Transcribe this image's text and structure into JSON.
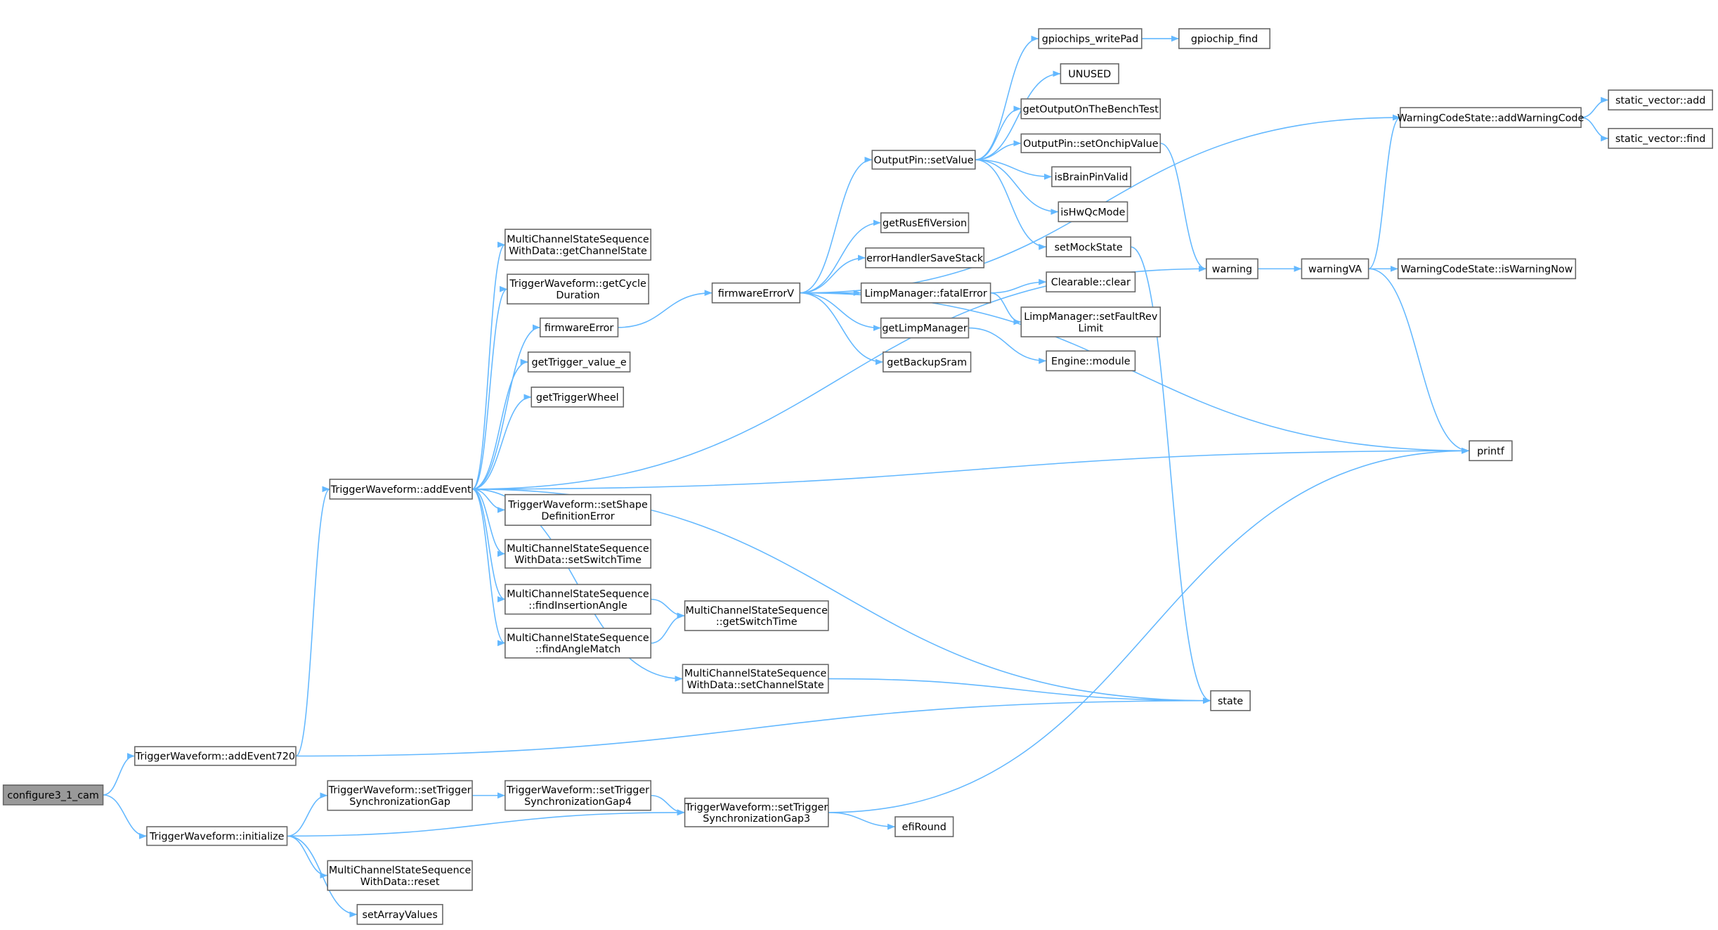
{
  "title": "configure3_1_cam call graph",
  "colors": {
    "edge": "#63b8ff",
    "node_border": "#666666",
    "root_fill": "#999999"
  },
  "nodes": {
    "root": [
      "configure3_1_cam"
    ],
    "addEvent720": [
      "TriggerWaveform::addEvent720"
    ],
    "initialize": [
      "TriggerWaveform::initialize"
    ],
    "addEvent": [
      "TriggerWaveform::addEvent"
    ],
    "getChannelState": [
      "MultiChannelStateSequence",
      "WithData::getChannelState"
    ],
    "getCycleDuration": [
      "TriggerWaveform::getCycle",
      "Duration"
    ],
    "firmwareError": [
      "firmwareError"
    ],
    "getTrigger_value_e": [
      "getTrigger_value_e"
    ],
    "getTriggerWheel": [
      "getTriggerWheel"
    ],
    "setShapeDefinitionError": [
      "TriggerWaveform::setShape",
      "DefinitionError"
    ],
    "setSwitchTime": [
      "MultiChannelStateSequence",
      "WithData::setSwitchTime"
    ],
    "findInsertionAngle": [
      "MultiChannelStateSequence",
      "::findInsertionAngle"
    ],
    "findAngleMatch": [
      "MultiChannelStateSequence",
      "::findAngleMatch"
    ],
    "getSwitchTime": [
      "MultiChannelStateSequence",
      "::getSwitchTime"
    ],
    "setChannelState": [
      "MultiChannelStateSequence",
      "WithData::setChannelState"
    ],
    "setTrigSyncGap": [
      "TriggerWaveform::setTrigger",
      "SynchronizationGap"
    ],
    "setTrigSyncGap4": [
      "TriggerWaveform::setTrigger",
      "SynchronizationGap4"
    ],
    "setTrigSyncGap3": [
      "TriggerWaveform::setTrigger",
      "SynchronizationGap3"
    ],
    "reset": [
      "MultiChannelStateSequence",
      "WithData::reset"
    ],
    "setArrayValues": [
      "setArrayValues"
    ],
    "efiRound": [
      "efiRound"
    ],
    "firmwareErrorV": [
      "firmwareErrorV"
    ],
    "setValue": [
      "OutputPin::setValue"
    ],
    "gpiochips_writePad": [
      "gpiochips_writePad"
    ],
    "gpiochip_find": [
      "gpiochip_find"
    ],
    "UNUSED": [
      "UNUSED"
    ],
    "getOutputOnTheBenchTest": [
      "getOutputOnTheBenchTest"
    ],
    "setOnchipValue": [
      "OutputPin::setOnchipValue"
    ],
    "isBrainPinValid": [
      "isBrainPinValid"
    ],
    "isHwQcMode": [
      "isHwQcMode"
    ],
    "setMockState": [
      "setMockState"
    ],
    "getRusEfiVersion": [
      "getRusEfiVersion"
    ],
    "errorHandlerSaveStack": [
      "errorHandlerSaveStack"
    ],
    "fatalError": [
      "LimpManager::fatalError"
    ],
    "getLimpManager": [
      "getLimpManager"
    ],
    "getBackupSram": [
      "getBackupSram"
    ],
    "clear": [
      "Clearable::clear"
    ],
    "setFaultRevLimit": [
      "LimpManager::setFaultRev",
      "Limit"
    ],
    "engineModule": [
      "Engine::module"
    ],
    "warning": [
      "warning"
    ],
    "warningVA": [
      "warningVA"
    ],
    "isWarningNow": [
      "WarningCodeState::isWarningNow"
    ],
    "addWarningCode": [
      "WarningCodeState::addWarningCode"
    ],
    "svAdd": [
      "static_vector::add"
    ],
    "svFind": [
      "static_vector::find"
    ],
    "printf": [
      "printf"
    ],
    "state": [
      "state"
    ]
  },
  "edges": [
    [
      "root",
      "addEvent720"
    ],
    [
      "root",
      "initialize"
    ],
    [
      "addEvent720",
      "addEvent"
    ],
    [
      "addEvent720",
      "state"
    ],
    [
      "initialize",
      "setTrigSyncGap"
    ],
    [
      "initialize",
      "setTrigSyncGap3"
    ],
    [
      "initialize",
      "reset"
    ],
    [
      "initialize",
      "setArrayValues"
    ],
    [
      "addEvent",
      "getChannelState"
    ],
    [
      "addEvent",
      "getCycleDuration"
    ],
    [
      "addEvent",
      "firmwareError"
    ],
    [
      "addEvent",
      "getTrigger_value_e"
    ],
    [
      "addEvent",
      "getTriggerWheel"
    ],
    [
      "addEvent",
      "printf"
    ],
    [
      "addEvent",
      "warning"
    ],
    [
      "addEvent",
      "setShapeDefinitionError"
    ],
    [
      "addEvent",
      "setSwitchTime"
    ],
    [
      "addEvent",
      "findInsertionAngle"
    ],
    [
      "addEvent",
      "findAngleMatch"
    ],
    [
      "addEvent",
      "setChannelState"
    ],
    [
      "addEvent",
      "state"
    ],
    [
      "findInsertionAngle",
      "getSwitchTime"
    ],
    [
      "findAngleMatch",
      "getSwitchTime"
    ],
    [
      "setChannelState",
      "state"
    ],
    [
      "setTrigSyncGap",
      "setTrigSyncGap4"
    ],
    [
      "setTrigSyncGap4",
      "setTrigSyncGap3"
    ],
    [
      "setTrigSyncGap3",
      "efiRound"
    ],
    [
      "setTrigSyncGap3",
      "printf"
    ],
    [
      "firmwareError",
      "firmwareErrorV"
    ],
    [
      "firmwareErrorV",
      "setValue"
    ],
    [
      "firmwareErrorV",
      "getRusEfiVersion"
    ],
    [
      "firmwareErrorV",
      "errorHandlerSaveStack"
    ],
    [
      "firmwareErrorV",
      "fatalError"
    ],
    [
      "firmwareErrorV",
      "getLimpManager"
    ],
    [
      "firmwareErrorV",
      "getBackupSram"
    ],
    [
      "firmwareErrorV",
      "addWarningCode"
    ],
    [
      "firmwareErrorV",
      "printf"
    ],
    [
      "setValue",
      "gpiochips_writePad"
    ],
    [
      "setValue",
      "UNUSED"
    ],
    [
      "setValue",
      "getOutputOnTheBenchTest"
    ],
    [
      "setValue",
      "setOnchipValue"
    ],
    [
      "setValue",
      "isBrainPinValid"
    ],
    [
      "setValue",
      "isHwQcMode"
    ],
    [
      "setValue",
      "setMockState"
    ],
    [
      "gpiochips_writePad",
      "gpiochip_find"
    ],
    [
      "setOnchipValue",
      "warning"
    ],
    [
      "setMockState",
      "state"
    ],
    [
      "fatalError",
      "clear"
    ],
    [
      "fatalError",
      "setFaultRevLimit"
    ],
    [
      "getLimpManager",
      "engineModule"
    ],
    [
      "warning",
      "warningVA"
    ],
    [
      "warningVA",
      "isWarningNow"
    ],
    [
      "warningVA",
      "addWarningCode"
    ],
    [
      "warningVA",
      "printf"
    ],
    [
      "addWarningCode",
      "svAdd"
    ],
    [
      "addWarningCode",
      "svFind"
    ]
  ]
}
